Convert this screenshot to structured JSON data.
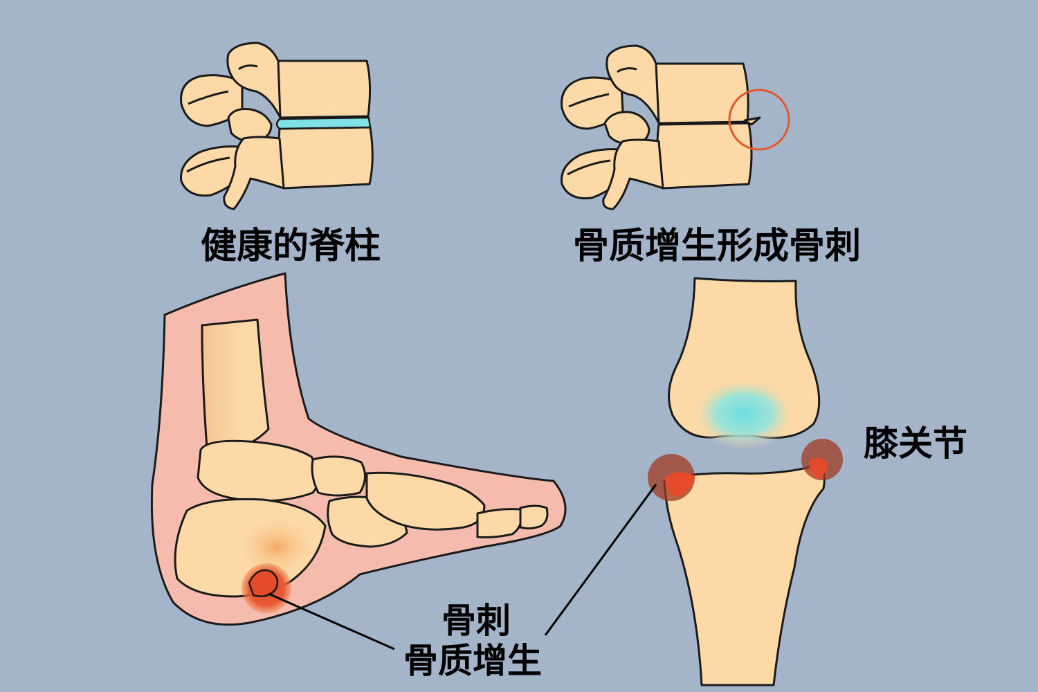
{
  "labels": {
    "healthy_spine": "健康的脊柱",
    "spur_formation": "骨质增生形成骨刺",
    "knee_joint": "膝关节",
    "bone_spur": "骨刺",
    "hyperplasia": "骨质增生"
  },
  "colors": {
    "background": "#a4b4c9",
    "bone": "#fcd9a6",
    "soft_tissue": "#f5bcad",
    "disc": "#7fe0e5",
    "highlight_circle": "#e4572e",
    "inflammation": "#e54b2a",
    "outline": "#1a1a1a"
  }
}
